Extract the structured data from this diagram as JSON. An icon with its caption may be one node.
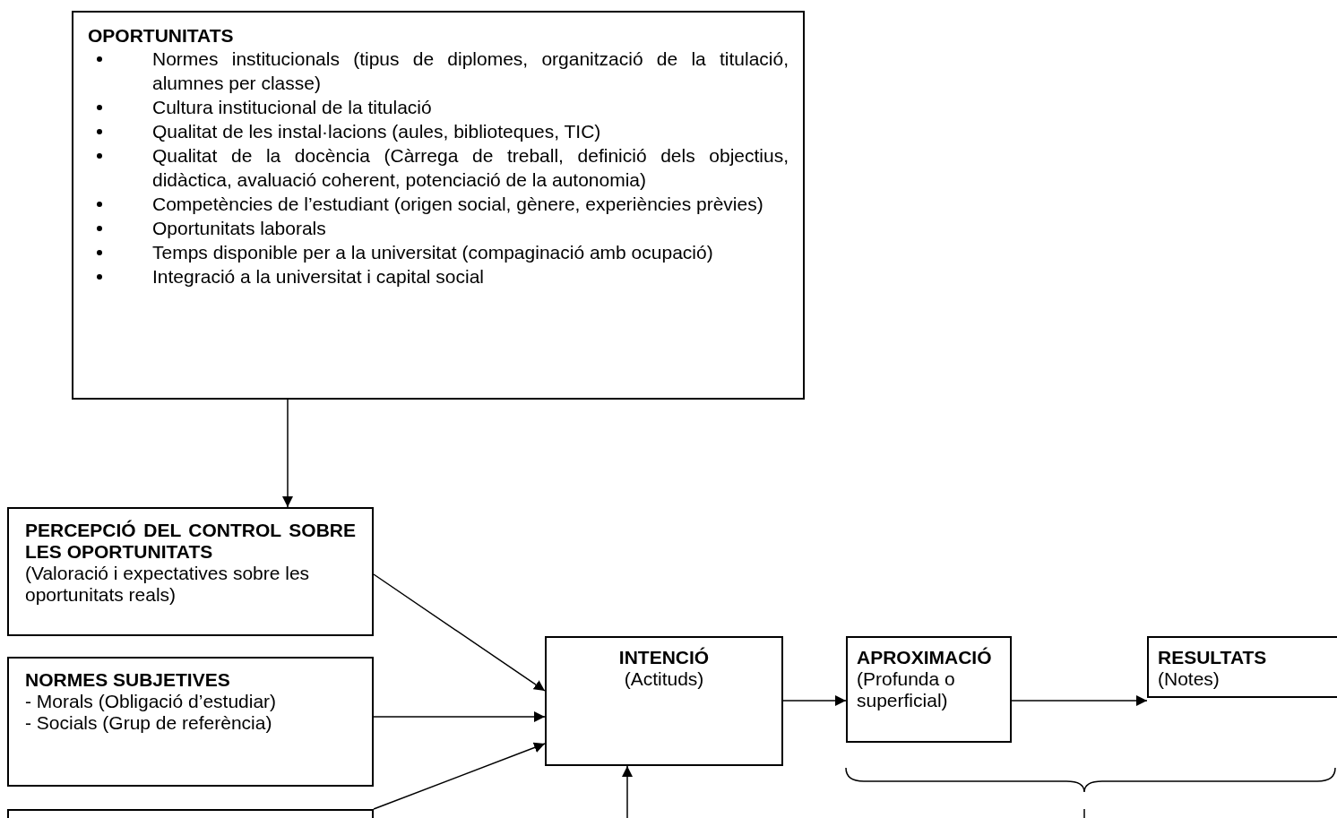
{
  "diagram": {
    "nodes": [
      {
        "text": [
          "OPORTUNITATS",
          "Normes institucionals (tipus de diplomes, organització de la titulació, alumnes per classe)",
          "Cultura institucional de la titulació",
          "Qualitat de les instal·lacions (aules, biblioteques, TIC)",
          "Qualitat de la docència (Càrrega de treball, definició dels objectius, didàctica, avaluació coherent, potenciació de la autonomia)",
          "Competències de l’estudiant (origen social, gènere, experiències prèvies)",
          "Oportunitats laborals",
          "Temps disponible per a la universitat (compaginació amb ocupació)",
          "Integració a la universitat i capital social"
        ]
      },
      {
        "text": [
          "PERCEPCIÓ DEL CONTROL SOBRE LES OPORTUNITATS",
          "(Valoració i expectatives sobre les oportunitats reals)"
        ]
      },
      {
        "text": [
          "NORMES SUBJETIVES",
          "- Morals (Obligació d’estudiar)",
          "- Socials (Grup de referència)"
        ]
      },
      {
        "text": [],
        "shape": "box"
      },
      {
        "text": [
          "INTENCIÓ",
          "(Actituds)"
        ]
      },
      {
        "text": [
          "APROXIMACIÓ",
          "(Profunda o superficial)"
        ]
      },
      {
        "text": [
          "RESULTATS",
          "(Notes)"
        ]
      }
    ],
    "edges": [
      {
        "from": 0,
        "to": 1,
        "arrow": "to"
      },
      {
        "from": 1,
        "to": 4,
        "arrow": "to"
      },
      {
        "from": 2,
        "to": 4,
        "arrow": "to"
      },
      {
        "from": 3,
        "to": 4,
        "arrow": "to"
      },
      {
        "from": null,
        "to": 4,
        "arrow": "to"
      },
      {
        "from": 4,
        "to": 5,
        "arrow": "to"
      },
      {
        "from": 5,
        "to": 6,
        "arrow": "to"
      }
    ]
  }
}
